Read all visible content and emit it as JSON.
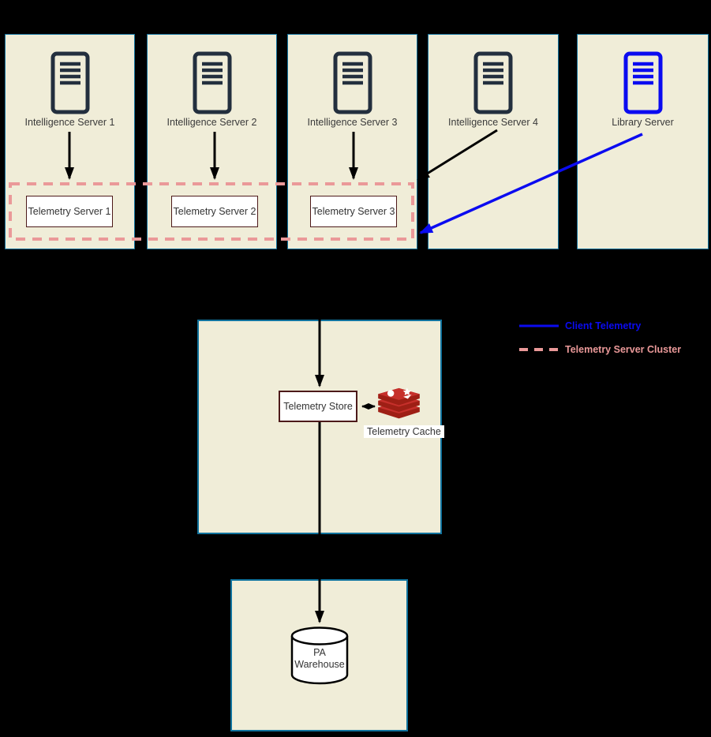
{
  "panels": [
    {
      "label": "Intelligence Server 1",
      "icon": "rack-server-icon"
    },
    {
      "label": "Intelligence Server 2",
      "icon": "rack-server-icon"
    },
    {
      "label": "Intelligence Server 3",
      "icon": "rack-server-icon"
    },
    {
      "label": "Intelligence Server 4",
      "icon": "rack-server-icon"
    },
    {
      "label": "Library Server",
      "icon": "rack-server-icon-blue"
    }
  ],
  "telemetry_servers": [
    {
      "label": "Telemetry Server 1"
    },
    {
      "label": "Telemetry Server 2"
    },
    {
      "label": "Telemetry Server 3"
    }
  ],
  "telemetry_store": {
    "label": "Telemetry Store"
  },
  "telemetry_cache": {
    "label": "Telemetry Cache",
    "icon": "redis-stack-icon"
  },
  "pa_warehouse": {
    "label": "PA Warehouse",
    "icon": "database-cylinder-icon"
  },
  "legend": {
    "items": [
      {
        "label": "Client Telemetry",
        "line_style": "solid",
        "color": "#0b0bf0"
      },
      {
        "label": "Telemetry Server Cluster",
        "line_style": "dashed",
        "color": "#ea9999"
      }
    ]
  },
  "colors": {
    "background": "#000000",
    "panel_fill": "#f0edd8",
    "panel_border": "#10739e",
    "server_icon": "#232f3e",
    "blue_accent": "#0b0bf0",
    "cluster_dash": "#ea9999",
    "inner_box_border": "#4d1a1a",
    "arrow": "#000000",
    "redis_red": "#c6302b",
    "redis_dark_red": "#9e1f15"
  }
}
